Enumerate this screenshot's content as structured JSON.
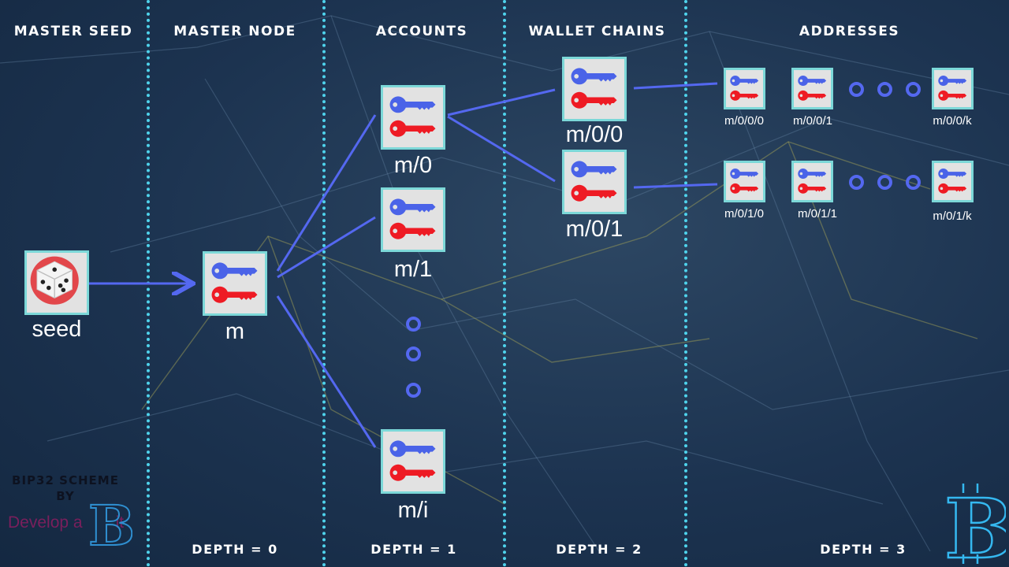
{
  "headers": {
    "master_seed": "MASTER SEED",
    "master_node": "MASTER NODE",
    "accounts": "ACCOUNTS",
    "wallet_chains": "WALLET CHAINS",
    "addresses": "ADDRESSES"
  },
  "depths": {
    "d0": "DEPTH = 0",
    "d1": "DEPTH = 1",
    "d2": "DEPTH = 2",
    "d3": "DEPTH = 3"
  },
  "seed": {
    "label": "seed",
    "icon": "dice-icon"
  },
  "master": {
    "label": "m",
    "icon": "key-pair-icon"
  },
  "accounts": [
    "m/0",
    "m/1",
    "m/i"
  ],
  "chains": [
    "m/0/0",
    "m/0/1"
  ],
  "addresses": {
    "row0": [
      "m/0/0/0",
      "m/0/0/1",
      "m/0/0/k"
    ],
    "row1": [
      "m/0/1/0",
      "m/0/1/1",
      "m/0/1/k"
    ]
  },
  "credit": {
    "line1": "BIP32 SCHEME",
    "line2": "BY",
    "brand": "Develop a",
    "brand_end": "it"
  },
  "colors": {
    "public_key": "#4a63e8",
    "private_key": "#ee1b24",
    "edge": "#5468f0",
    "separator": "#4fd3ec",
    "node_border": "#7cd8d8"
  }
}
